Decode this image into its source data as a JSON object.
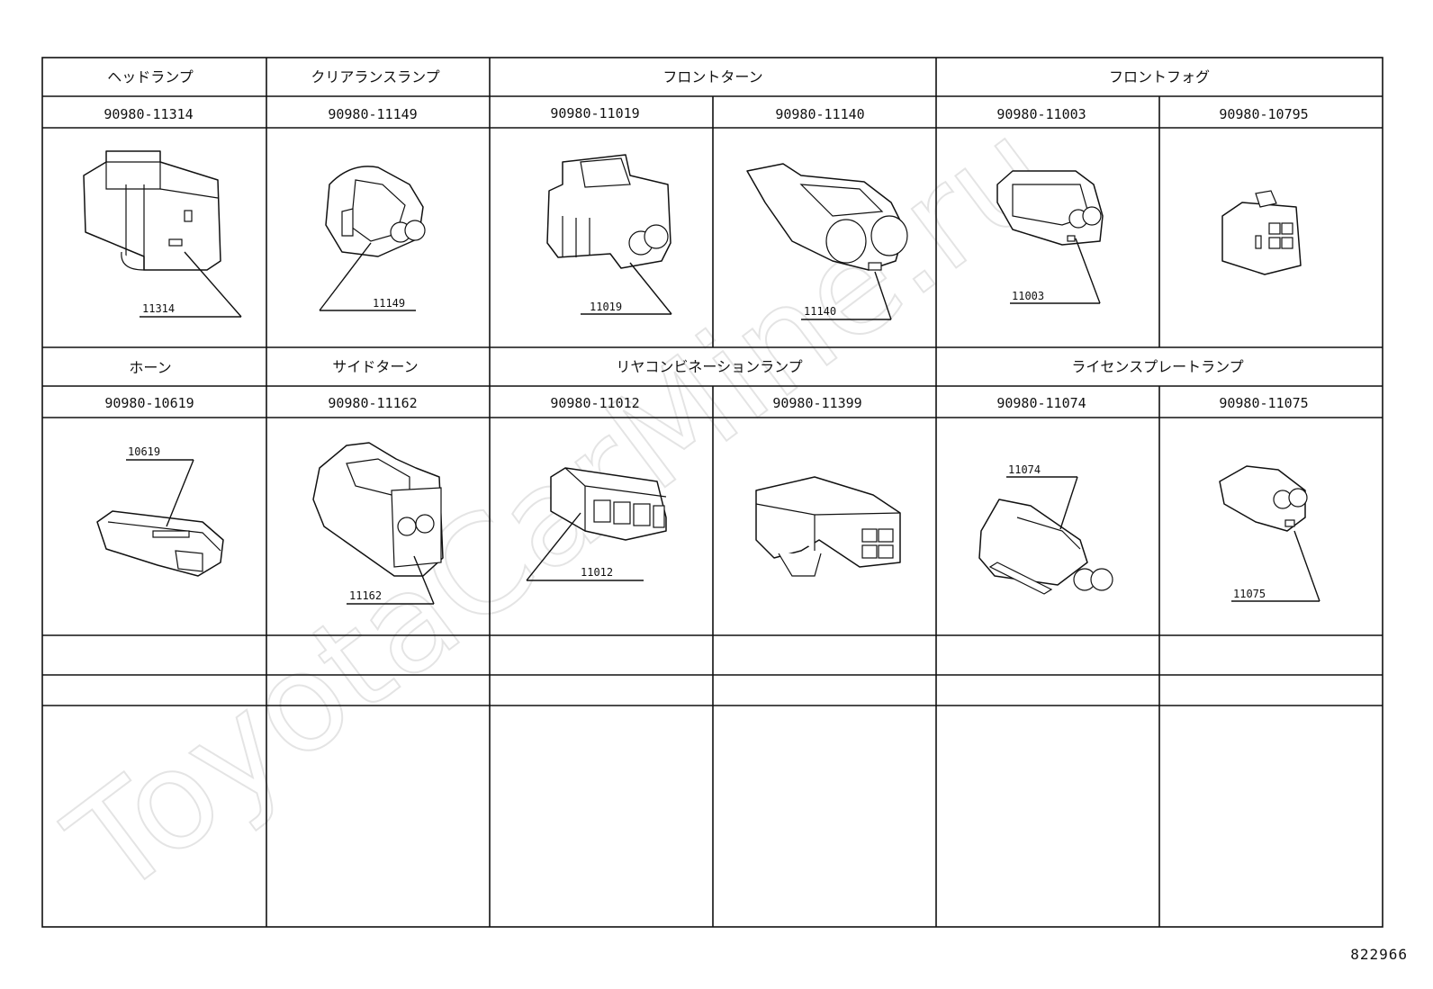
{
  "watermark": "ToyotaCarMine.ru",
  "document_number": "822966",
  "section1": {
    "headers": [
      "ヘッドランプ",
      "クリアランスランプ",
      "フロントターン",
      "フロントフォグ"
    ],
    "part_numbers": [
      "90980-11314",
      "90980-11149",
      "90980-11019",
      "90980-11140",
      "90980-11003",
      "90980-10795"
    ],
    "callouts": [
      "11314",
      "11149",
      "11019",
      "11140",
      "11003"
    ]
  },
  "section2": {
    "headers": [
      "ホーン",
      "サイドターン",
      "リヤコンビネーションランプ",
      "ライセンスプレートランプ"
    ],
    "part_numbers": [
      "90980-10619",
      "90980-11162",
      "90980-11012",
      "90980-11399",
      "90980-11074",
      "90980-11075"
    ],
    "callouts": [
      "10619",
      "11162",
      "11012",
      "11074",
      "11075"
    ]
  }
}
